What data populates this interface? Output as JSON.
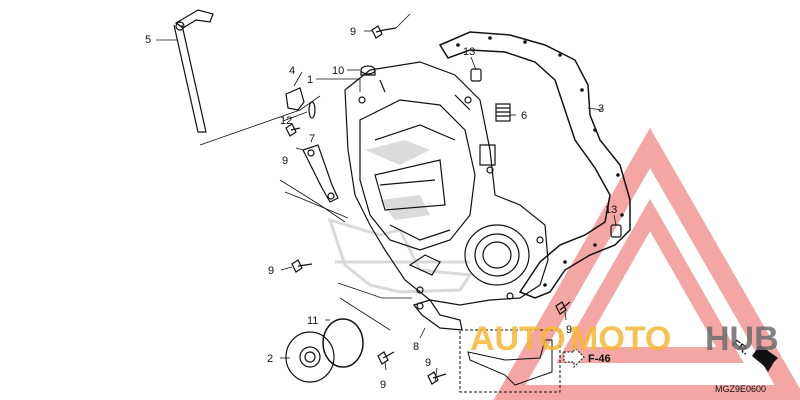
{
  "diagram": {
    "callouts": [
      {
        "id": "c1",
        "label": "1"
      },
      {
        "id": "c2",
        "label": "2"
      },
      {
        "id": "c3",
        "label": "3"
      },
      {
        "id": "c4",
        "label": "4"
      },
      {
        "id": "c5",
        "label": "5"
      },
      {
        "id": "c6",
        "label": "6"
      },
      {
        "id": "c7",
        "label": "7"
      },
      {
        "id": "c8",
        "label": "8"
      },
      {
        "id": "c9a",
        "label": "9"
      },
      {
        "id": "c9b",
        "label": "9"
      },
      {
        "id": "c9c",
        "label": "9"
      },
      {
        "id": "c9d",
        "label": "9"
      },
      {
        "id": "c9e",
        "label": "9"
      },
      {
        "id": "c9f",
        "label": "9"
      },
      {
        "id": "c10",
        "label": "10"
      },
      {
        "id": "c11",
        "label": "11"
      },
      {
        "id": "c12",
        "label": "12"
      },
      {
        "id": "c13a",
        "label": "13"
      },
      {
        "id": "c13b",
        "label": "13"
      }
    ],
    "reference": "F-46",
    "direction": "FR.",
    "code": "MGZ9E0600"
  },
  "watermark": {
    "word_a": "AUTO",
    "word_b": "MOTO",
    "word_c": "HUB",
    "colors": {
      "triangle": "#e53935",
      "orange": "#f7b733",
      "gray": "#6d6d6d"
    }
  }
}
